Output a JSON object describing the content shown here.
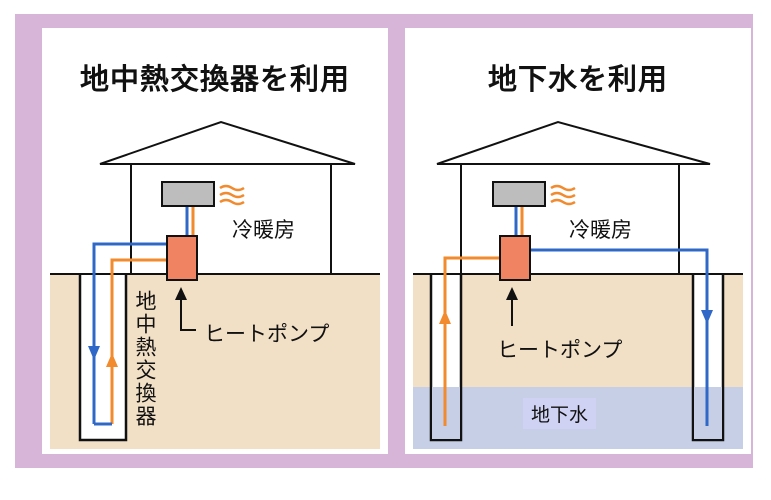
{
  "panels": [
    {
      "id": "ground-heat-exchanger",
      "title": "地中熱交換器を利用",
      "hvac_label": "冷暖房",
      "pump_label": "ヒートポンプ",
      "exchanger_label": "地中熱交換器"
    },
    {
      "id": "groundwater",
      "title": "地下水を利用",
      "hvac_label": "冷暖房",
      "pump_label": "ヒートポンプ",
      "groundwater_label": "地下水"
    }
  ],
  "colors": {
    "frame": "#d7b5d9",
    "soil": "#f1dfc6",
    "groundwater": "#c6cfe6",
    "heat_pump": "#f08361",
    "indoor_unit": "#bdbdbd",
    "warm_pipe": "#f28a2e",
    "cold_pipe": "#2f68c6",
    "heat_waves": "#f28a2e"
  },
  "icons": [
    "heat-waves-icon",
    "arrow-up-icon",
    "flow-arrow-icon"
  ]
}
